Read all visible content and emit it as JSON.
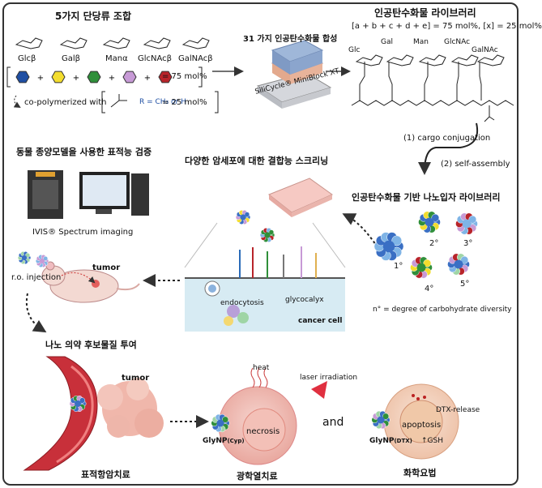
{
  "panel1": {
    "heading": "5가지 단당류 조합",
    "sugars": [
      "Glcβ",
      "Galβ",
      "Manα",
      "GlcNAcβ",
      "GalNAcβ"
    ],
    "sugar_colors": [
      "#1f4fa3",
      "#f3dd2e",
      "#2f8f3a",
      "#c79ad6",
      "#b8242a"
    ],
    "monomer_percent": "= 75 mol%",
    "copolymer_text": "co-polymerized with",
    "r_group": "R = CH₃ or H",
    "comonomer_percent": "= 25 mol%"
  },
  "panel2": {
    "heading": "31 가지 인공탄수화물 합성",
    "device": "SiliCycle® MiniBlock XT"
  },
  "panel3": {
    "heading": "인공탄수화물 라이브러리",
    "formula": "[a + b + c + d + e] = 75 mol%, [x] = 25 mol%",
    "labels": [
      "Glc",
      "Gal",
      "Man",
      "GlcNAc",
      "GalNAc"
    ]
  },
  "steps": {
    "step1": "(1) cargo conjugation",
    "step2": "(2) self-assembly"
  },
  "nano_library": {
    "heading": "인공탄수화물 기반 나노입자 라이브러리",
    "particles": [
      "1°",
      "2°",
      "3°",
      "4°",
      "5°"
    ],
    "note": "n° = degree of carbohydrate diversity"
  },
  "screening": {
    "heading": "다양한 암세포에 대한 결합능 스크리닝",
    "endocytosis": "endocytosis",
    "glycocalyx": "glycocalyx",
    "cancer_cell": "cancer cell"
  },
  "imaging": {
    "heading": "동물 종양모델을 사용한 표적능 검증",
    "ivis": "IVIS® Spectrum imaging",
    "tumor": "tumor",
    "injection": "r.o. injection"
  },
  "bottom": {
    "delivery_heading": "나노 의약 후보물질 투여",
    "tumor": "tumor",
    "targeted_therapy": "표적항암치료",
    "heat": "heat",
    "laser": "laser irradiation",
    "necrosis": "necrosis",
    "glynp_cyp": "GlyNP",
    "cyp_sub": "(Cyp)",
    "photothermal": "광학열치료",
    "and": "and",
    "dtx_release": "DTX-release",
    "apoptosis": "apoptosis",
    "gsh": "↑GSH",
    "glynp_dtx": "GlyNP",
    "dtx_sub": "(DTX)",
    "chemo": "화학요법"
  }
}
